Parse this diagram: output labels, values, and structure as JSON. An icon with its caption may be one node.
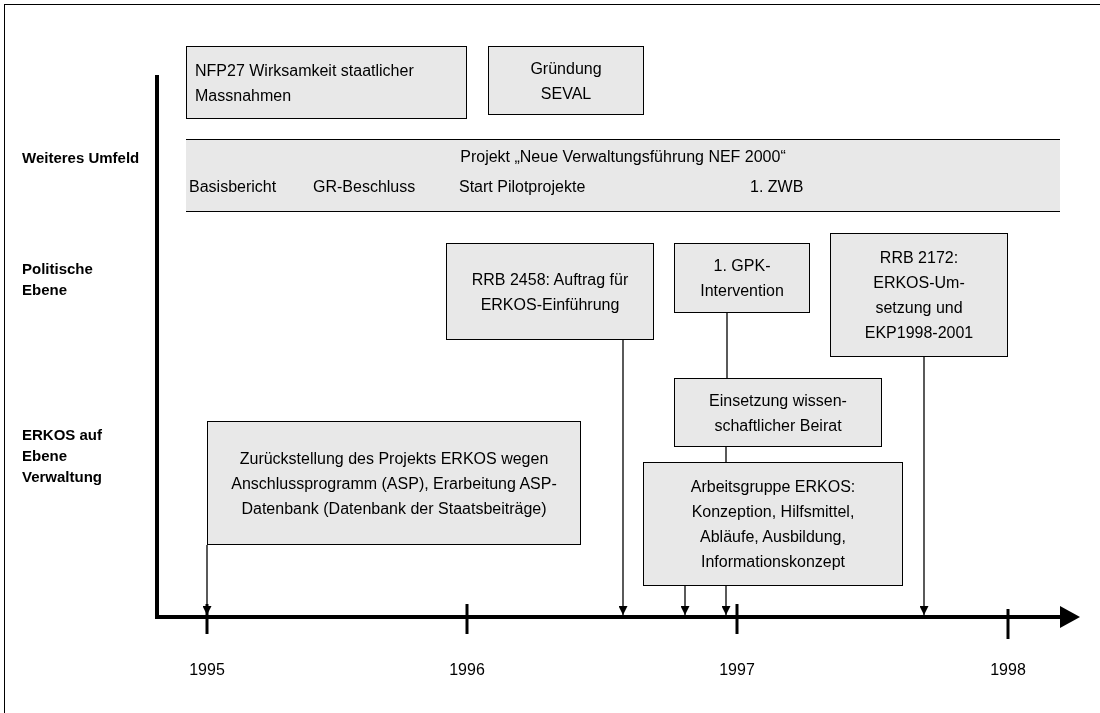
{
  "diagram": {
    "nodes": [
      {
        "text": [
          "NFP27 Wirksamkeit staatlicher Massnahmen"
        ]
      },
      {
        "text": [
          "Gründung SEVAL"
        ]
      },
      {
        "text": [
          "Projekt „Neue  Verwaltungsführung NEF 2000“",
          "Basisbericht",
          "GR-Beschluss",
          "Start Pilotprojekte",
          "1. ZWB"
        ]
      },
      {
        "text": [
          "RRB 2458: Auftrag für ERKOS-Einführung"
        ]
      },
      {
        "text": [
          "1. GPK-Intervention"
        ]
      },
      {
        "text": [
          "RRB 2172: ERKOS-Um-setzung und EKP1998-2001"
        ]
      },
      {
        "text": [
          "Einsetzung wissen-schaftlicher Beirat"
        ]
      },
      {
        "text": [
          "Zurückstellung des Projekts ERKOS wegen Anschlussprogramm (ASP), Erarbeitung ASP-Datenbank (Datenbank der Staatsbeiträge)"
        ]
      },
      {
        "text": [
          "Arbeitsgruppe ERKOS: Konzeption, Hilfsmittel, Abläufe, Ausbildung, Informationskonzept"
        ]
      },
      {
        "text": [],
        "shape": "arrow"
      }
    ],
    "edges": [
      {
        "from": 7,
        "to": 9,
        "arrow": "to"
      },
      {
        "from": 3,
        "to": 9,
        "arrow": "to"
      },
      {
        "from": 8,
        "to": 9,
        "arrow": "to"
      },
      {
        "from": 8,
        "to": 9,
        "arrow": "to"
      },
      {
        "from": 4,
        "to": 6,
        "arrow": "none"
      },
      {
        "from": 6,
        "to": 8,
        "arrow": "none"
      },
      {
        "from": 5,
        "to": 9,
        "arrow": "to"
      }
    ],
    "labels": [
      "Weiteres Umfeld",
      "Politische Ebene",
      "ERKOS auf Ebene Verwaltung",
      "1995",
      "1996",
      "1997",
      "1998"
    ]
  }
}
